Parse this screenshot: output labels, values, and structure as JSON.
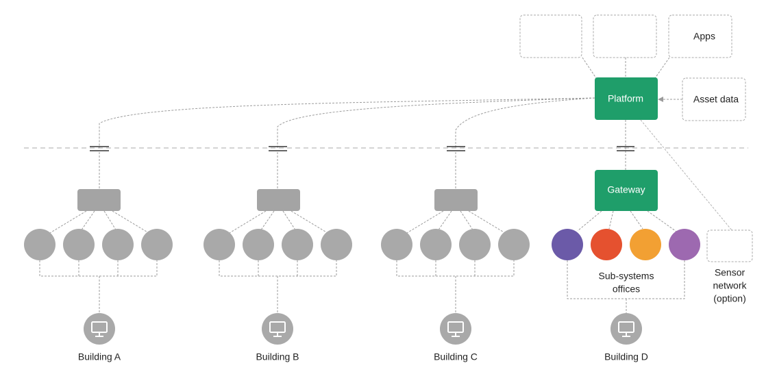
{
  "platform": {
    "label": "Platform",
    "color": "#1f9e6a"
  },
  "gateway": {
    "label": "Gateway",
    "color": "#1f9e6a"
  },
  "apps": {
    "label": "Apps",
    "slots": 3
  },
  "asset_data": {
    "label": "Asset data"
  },
  "subsystems": {
    "label_line1": "Sub-systems",
    "label_line2": "offices",
    "colors": [
      "#6b5aa8",
      "#e5512f",
      "#f2a033",
      "#9d69b0"
    ]
  },
  "sensor": {
    "line1": "Sensor",
    "line2": "network",
    "line3": "(option)"
  },
  "buildings": [
    {
      "name": "Building A",
      "icon": "monitor-icon"
    },
    {
      "name": "Building B",
      "icon": "monitor-icon"
    },
    {
      "name": "Building C",
      "icon": "monitor-icon"
    },
    {
      "name": "Building D",
      "icon": "monitor-icon"
    }
  ],
  "colors": {
    "node_grey": "#a9a9a9",
    "hub_grey": "#a4a4a4",
    "line_grey": "#9b9b9b"
  }
}
